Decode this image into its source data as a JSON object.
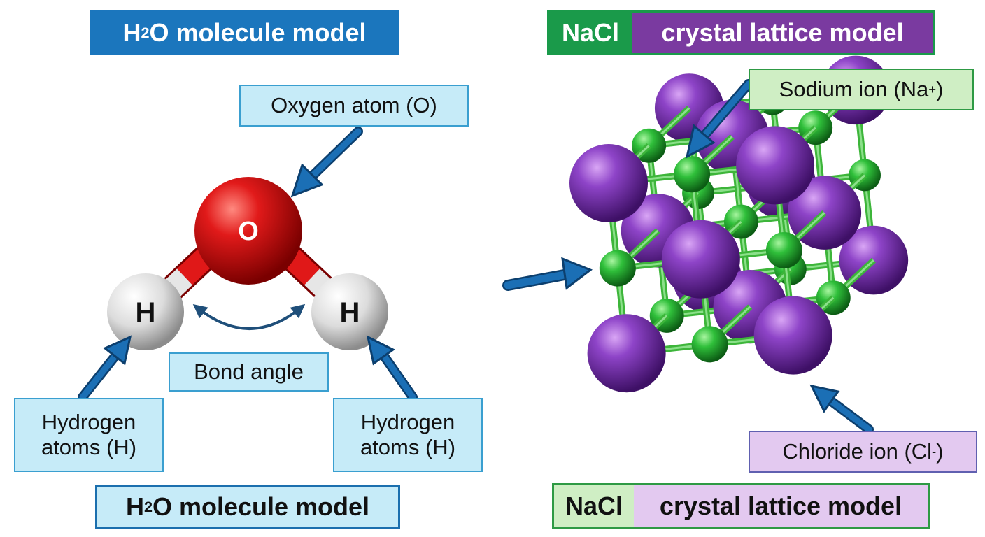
{
  "water": {
    "title_top": {
      "pre": "H",
      "sub": "2",
      "post": "O molecule model"
    },
    "title_bottom": {
      "pre": "H",
      "sub": "2",
      "post": "O molecule model"
    },
    "oxygen_label": "Oxygen atom (O)",
    "oxygen_symbol": "O",
    "hydrogen_symbol": "H",
    "hydrogen_label_left": [
      "Hydrogen",
      "atoms (H)"
    ],
    "hydrogen_label_right": [
      "Hydrogen",
      "atoms (H)"
    ],
    "bond_angle_label": "Bond angle"
  },
  "nacl": {
    "title_top": {
      "part1": "NaCl",
      "part2": "crystal lattice model"
    },
    "title_bottom": {
      "part1": "NaCl",
      "part2": "crystal lattice model"
    },
    "sodium_label": {
      "text": "Sodium ion (Na",
      "charge": "+",
      "close": ")"
    },
    "chloride_label": {
      "text": "Chloride ion (Cl",
      "charge": "-",
      "close": ")"
    }
  },
  "colors": {
    "title_blue": "#1b76bd",
    "label_blue_fill": "#c6ebf8",
    "arrow_blue": "#1565a8",
    "green_title": "#1a9a4a",
    "purple_title": "#7a3aa0",
    "sodium_green": "#2fbf3a",
    "chloride_purple": "#8a3fc0",
    "oxygen_red": "#d81818",
    "hydrogen_white": "#e8e8e8"
  }
}
